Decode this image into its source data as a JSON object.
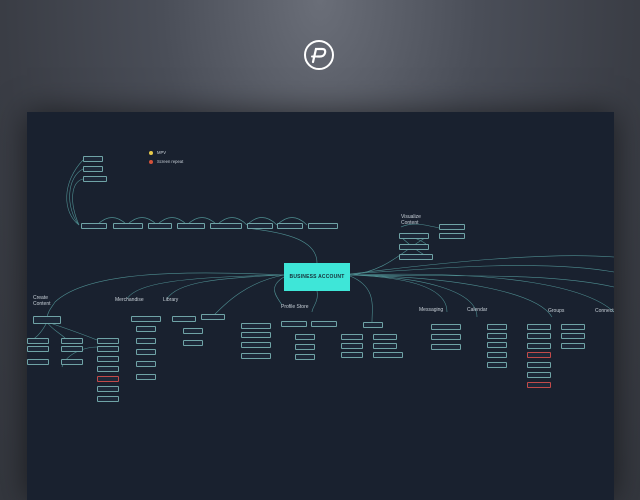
{
  "root": "BUSINESS ACCOUNT",
  "legend": [
    {
      "label": "MPV",
      "color": "#e6c94a"
    },
    {
      "label": "Screen repeat",
      "color": "#d4523a"
    }
  ],
  "sections": {
    "visualize": "Visualize\nContent",
    "create": "Create\nContent",
    "merch": "Merchandise",
    "library": "Library",
    "profile": "Profile Store",
    "messaging": "Messaging",
    "calendar": "Calendar",
    "groups": "Groups",
    "connect": "Connect"
  },
  "colors": {
    "accent": "#3ee6d8",
    "line": "#4f8f92",
    "board": "#19212f"
  }
}
